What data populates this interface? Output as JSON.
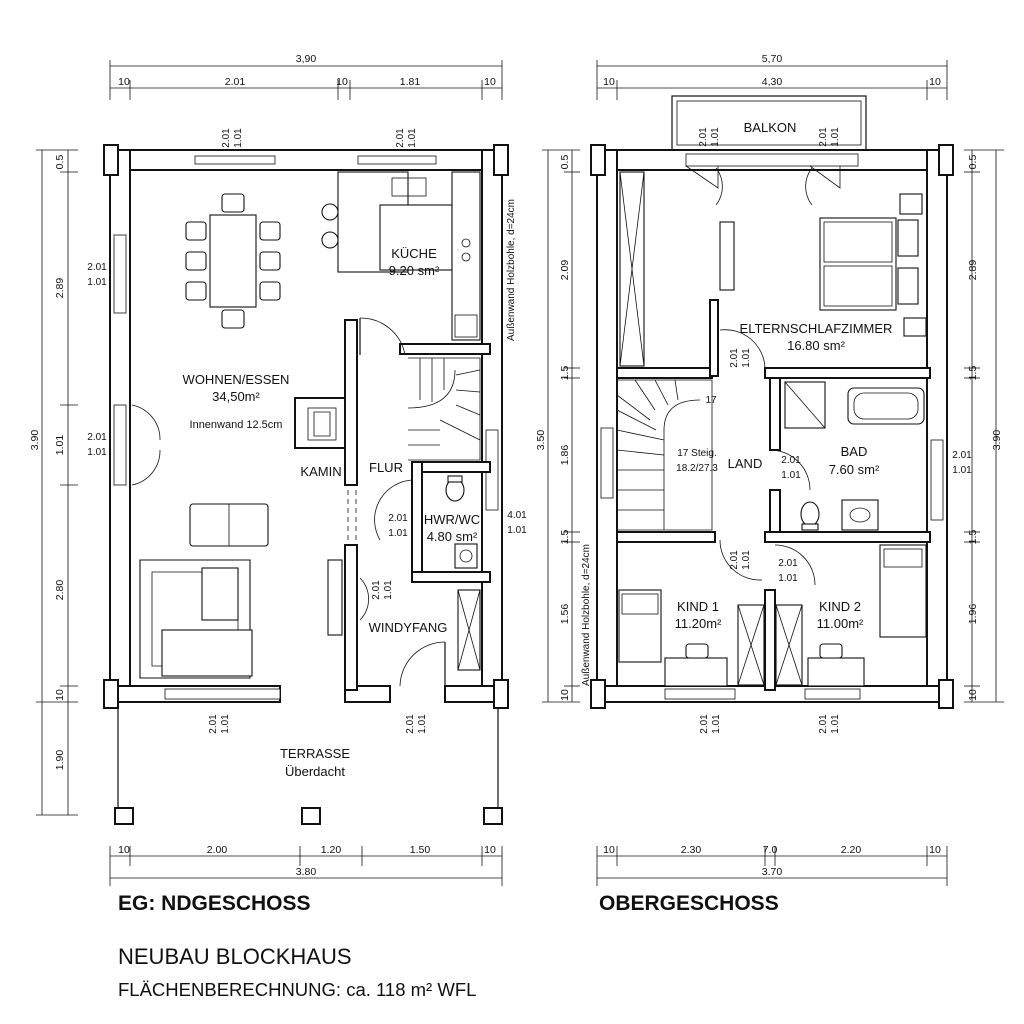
{
  "eg": {
    "title": "EG: NDGESCHOSS",
    "rooms": {
      "wohnen_name": "WOHNEN/ESSEN",
      "wohnen_area": "34,50m²",
      "innenwand": "Innenwand 12.5cm",
      "kamin": "KAMIN",
      "kueche_name": "KÜCHE",
      "kueche_area": "9.20 sm²",
      "flur": "FLUR",
      "hwr_name": "HWR/WC",
      "hwr_area": "4.80 sm²",
      "windfang": "WINDYFANG",
      "terrasse": "TERRASSE",
      "terrasse_sub": "Überdacht",
      "aussenwand": "Außenwand Holzbohle, d=24cm"
    },
    "dims_top": {
      "total": "3,90",
      "parts": [
        "10",
        "2.01",
        "10",
        "1.81",
        "10"
      ]
    },
    "dims_bottom": {
      "total": "3.80",
      "parts": [
        "10",
        "2.00",
        "1.20",
        "1.50",
        "10"
      ]
    },
    "dims_left": {
      "total": "3.90",
      "parts": [
        "0.5",
        "2.89",
        "1.01",
        "2.80",
        "10"
      ],
      "terrace": "1.90"
    },
    "window_tag": "2.01\n1.01",
    "window_tag_alt": "4.01\n1.01"
  },
  "og": {
    "title": "OBERGESCHOSS",
    "rooms": {
      "balkon": "BALKON",
      "eltern_name": "ELTERNSCHLAFZIMMER",
      "eltern_area": "16.80 sm²",
      "steig_1": "17 Steig.",
      "steig_2": "18.2/27.3",
      "steig_num": "17",
      "land": "LAND",
      "bad_name": "BAD",
      "bad_area": "7.60 sm²",
      "kind1_name": "KIND 1",
      "kind1_area": "11.20m²",
      "kind2_name": "KIND 2",
      "kind2_area": "11.00m²",
      "aussenwand": "Außenwand Holzbohle, d=24cm"
    },
    "dims_top": {
      "total": "5,70",
      "parts": [
        "10",
        "4,30",
        "10"
      ]
    },
    "dims_bottom": {
      "total": "3.70",
      "parts": [
        "10",
        "2.30",
        "7.0",
        "2.20",
        "10"
      ]
    },
    "dims_left": {
      "total": "3.50",
      "parts": [
        "0.5",
        "2.09",
        "1.5",
        "1.86",
        "1.5",
        "1.56",
        "10"
      ]
    },
    "dims_right": {
      "total": "3.90",
      "parts": [
        "0.5",
        "2.89",
        "1.5",
        "1.5",
        "1.96",
        "10"
      ]
    }
  },
  "project": {
    "name": "NEUBAU BLOCKHAUS",
    "area_calc": "FLÄCHENBERECHNUNG: ca. 118 m² WFL"
  }
}
